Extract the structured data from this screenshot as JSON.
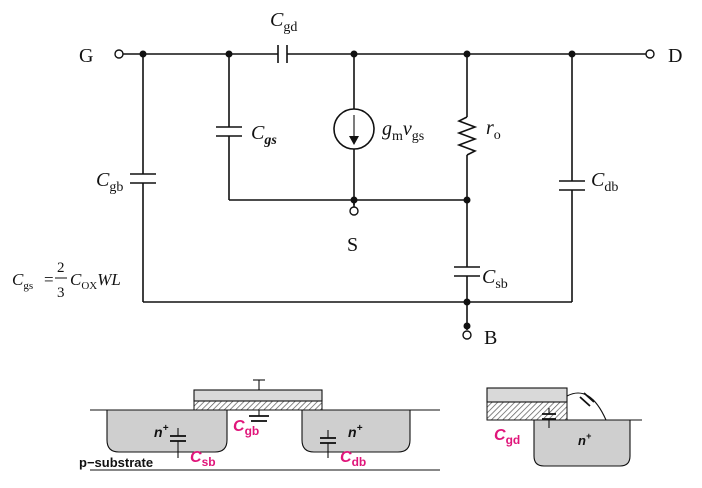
{
  "circuit": {
    "gate_label": "G",
    "drain_label": "D",
    "source_label": "S",
    "body_label": "B",
    "cgd": {
      "main": "C",
      "sub": "gd"
    },
    "cgs": {
      "main": "C",
      "sub": "gs"
    },
    "cgb": {
      "main": "C",
      "sub": "gb"
    },
    "cdb": {
      "main": "C",
      "sub": "db"
    },
    "csb": {
      "main": "C",
      "sub": "sb"
    },
    "gm": {
      "g": "g",
      "m": "m",
      "v": "v",
      "gs": "gs"
    },
    "ro": {
      "main": "r",
      "sub": "o"
    }
  },
  "formula": {
    "lhs_main": "C",
    "lhs_sub": "gs",
    "equals": "=",
    "num": "2",
    "den": "3",
    "c_main": "C",
    "c_sub": "OX",
    "wl": "WL"
  },
  "cross_section": {
    "n_plus": "n",
    "plus": "+",
    "substrate": "p−substrate",
    "cgb": {
      "main": "C",
      "sub": "gb"
    },
    "csb": {
      "main": "C",
      "sub": "sb"
    },
    "cdb": {
      "main": "C",
      "sub": "db"
    },
    "cgd": {
      "main": "C",
      "sub": "gd"
    },
    "accent_color": "#e0157a"
  }
}
